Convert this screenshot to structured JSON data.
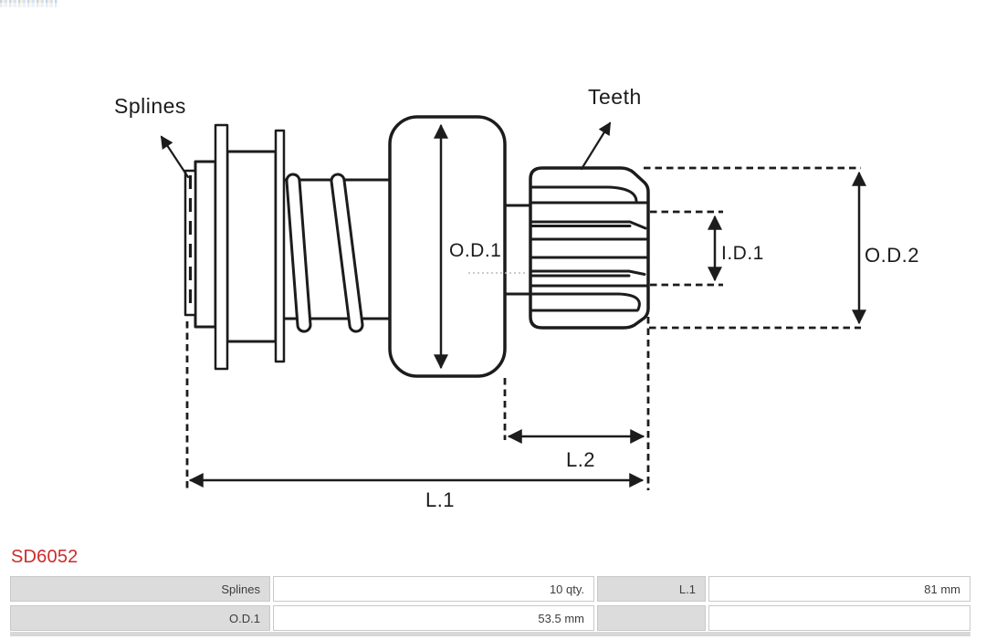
{
  "diagram": {
    "labels": {
      "splines": "Splines",
      "teeth": "Teeth",
      "od1": "O.D.1",
      "id1": "I.D.1",
      "od2": "O.D.2",
      "l2": "L.2",
      "l1": "L.1"
    },
    "stroke_color": "#1c1c1c"
  },
  "product": {
    "code": "SD6052",
    "code_color": "#cc2b2b"
  },
  "spec_table": {
    "label_bg": "#dcdcdc",
    "border_color": "#c9c9c9",
    "rows": [
      {
        "c0": "Splines",
        "c1": "10 qty.",
        "c2": "L.1",
        "c3": "81 mm"
      },
      {
        "c0": "O.D.1",
        "c1": "53.5 mm",
        "c2": "",
        "c3": ""
      }
    ]
  }
}
